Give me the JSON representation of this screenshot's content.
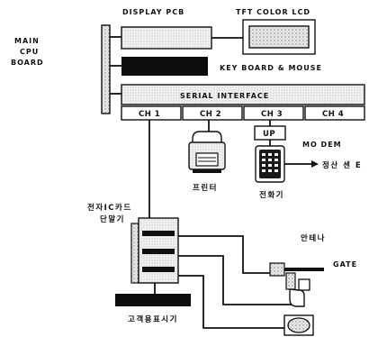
{
  "labels": {
    "display_pcb": "DISPLAY PCB",
    "tft_lcd": "TFT COLOR LCD",
    "main_cpu_board": [
      "MAIN",
      "CPU",
      "BOARD"
    ],
    "keyboard_mouse": "KEY BOARD & MOUSE",
    "serial_interface": "SERIAL  INTERFACE",
    "channels": [
      "CH 1",
      "CH 2",
      "CH 3",
      "CH 4"
    ],
    "up": "UP",
    "modem": "MO DEM",
    "printer": "프린터",
    "phone": "전화기",
    "settlement_center": "정산 센 E",
    "card_terminal": [
      "전자IC카드",
      "단말기"
    ],
    "antenna": "안테나",
    "gate": "GATE",
    "customer_display": "고객용표시기"
  }
}
